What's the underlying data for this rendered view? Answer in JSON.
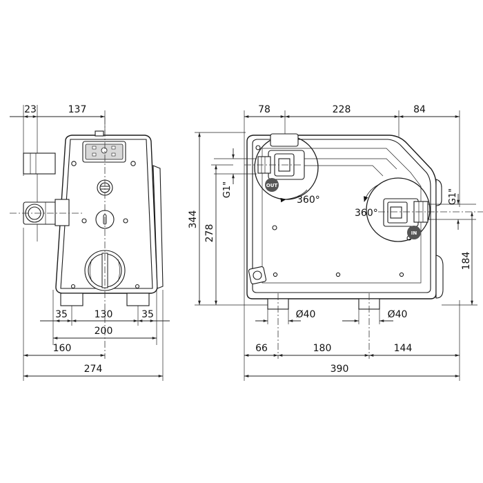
{
  "front_view": {
    "dims": {
      "top_left": "23",
      "top_right": "137",
      "foot_left": "35",
      "foot_mid": "130",
      "foot_right": "35",
      "width_200": "200",
      "width_160": "160",
      "width_274": "274"
    }
  },
  "side_view": {
    "dims": {
      "top_78": "78",
      "top_228": "228",
      "top_84": "84",
      "height_344": "344",
      "height_278": "278",
      "height_184": "184",
      "thread_left": "G1\"",
      "thread_right": "G1\"",
      "rotation_left": "360°",
      "rotation_right": "360°",
      "foot_left_dia": "Ø40",
      "foot_right_dia": "Ø40",
      "base_66": "66",
      "base_180": "180",
      "base_144": "144",
      "total_390": "390"
    },
    "badges": {
      "outlet": "OUT",
      "inlet": "IN"
    }
  }
}
